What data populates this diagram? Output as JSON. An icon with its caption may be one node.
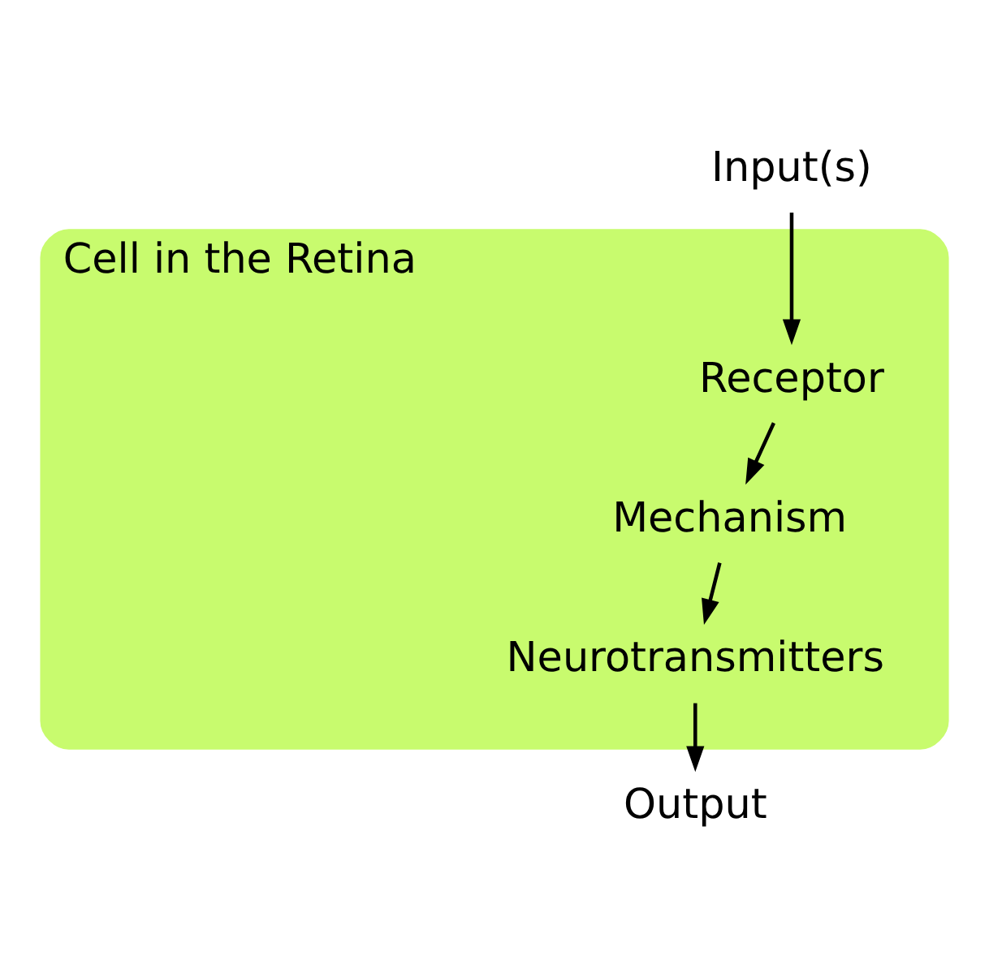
{
  "diagram": {
    "nodes": [
      {
        "text": [
          "Input(s)"
        ]
      },
      {
        "text": [
          "Cell in the Retina"
        ]
      },
      {
        "text": [
          "Receptor"
        ],
        "in": 1
      },
      {
        "text": [
          "Mechanism"
        ],
        "in": 1
      },
      {
        "text": [
          "Neurotransmitters"
        ],
        "in": 1
      },
      {
        "text": [
          "Output"
        ]
      }
    ],
    "edges": [
      {
        "from": 0,
        "to": 2,
        "arrow": "to"
      },
      {
        "from": 2,
        "to": 3,
        "arrow": "to"
      },
      {
        "from": 3,
        "to": 4,
        "arrow": "to"
      },
      {
        "from": 4,
        "to": 5,
        "arrow": "to"
      }
    ]
  }
}
